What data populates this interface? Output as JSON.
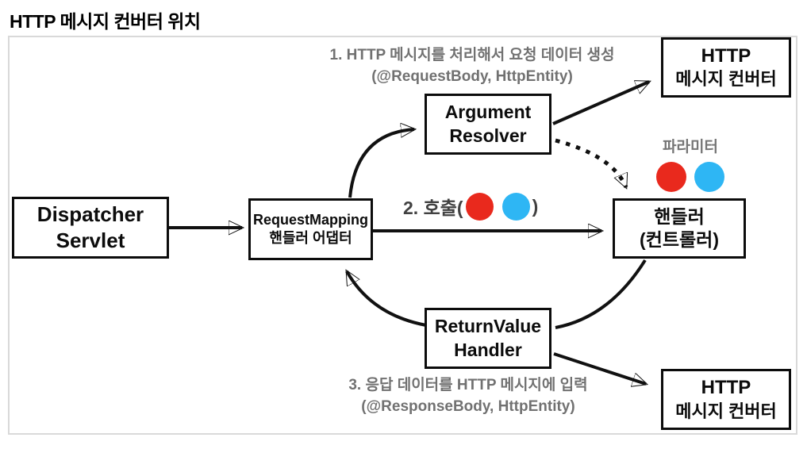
{
  "title": "HTTP 메시지 컨버터 위치",
  "boxes": {
    "dispatcher_servlet": {
      "line1": "Dispatcher",
      "line2": "Servlet"
    },
    "handler_adapter": {
      "line1": "RequestMapping",
      "line2": "핸들러 어댑터"
    },
    "argument_resolver": {
      "line1": "Argument",
      "line2": "Resolver"
    },
    "handler": {
      "line1": "핸들러",
      "line2": "(컨트롤러)"
    },
    "return_value_handler": {
      "line1": "ReturnValue",
      "line2": "Handler"
    },
    "http_converter_top": {
      "line1": "HTTP",
      "line2": "메시지 컨버터"
    },
    "http_converter_bottom": {
      "line1": "HTTP",
      "line2": "메시지 컨버터"
    }
  },
  "annotations": {
    "step1": {
      "line1": "1. HTTP 메시지를 처리해서 요청 데이터 생성",
      "line2": "(@RequestBody, HttpEntity)"
    },
    "step2": {
      "prefix": "2. 호출(",
      "suffix": ")"
    },
    "step3": {
      "line1": "3. 응답 데이터를 HTTP 메시지에 입력",
      "line2": "(@ResponseBody, HttpEntity)"
    },
    "parameter_label": "파라미터"
  },
  "colors": {
    "red_dot": "#e9291d",
    "blue_dot": "#2eb6f4",
    "note_gray": "#717171",
    "frame_border": "#d9d9d9",
    "arrow": "#111111"
  }
}
